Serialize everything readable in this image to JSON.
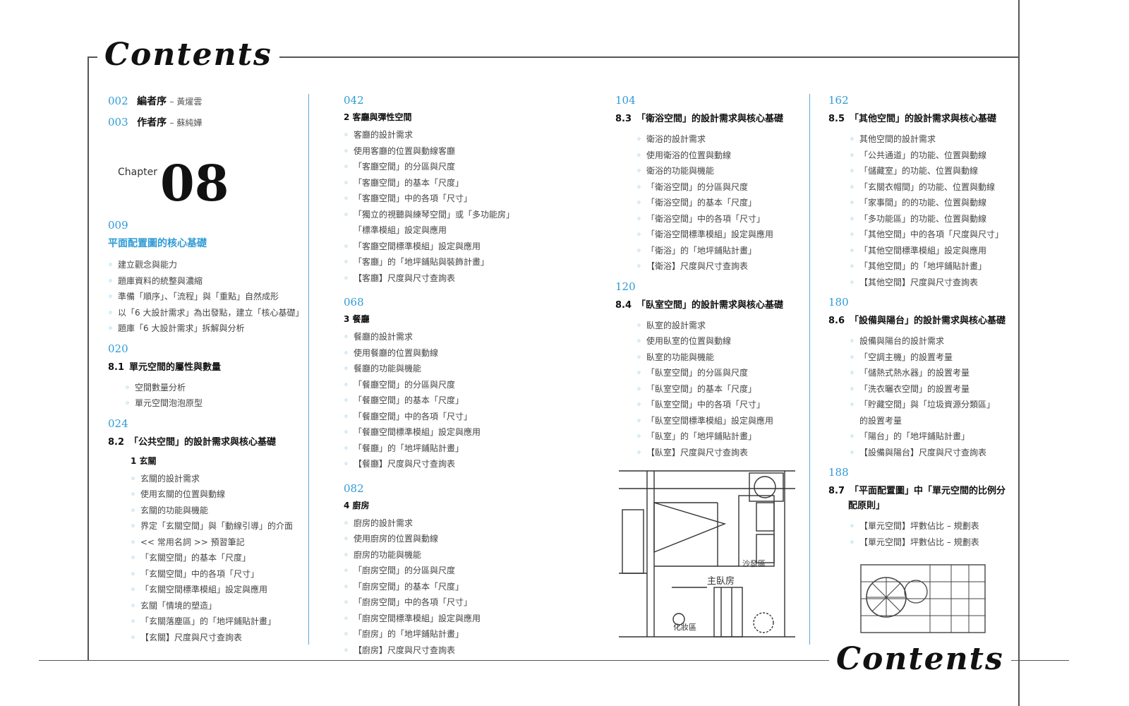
{
  "page": {
    "title_top": "Contents",
    "title_bottom": "Contents",
    "chapter_label": "Chapter",
    "chapter_number": "08"
  },
  "prefaces": [
    {
      "page": "002",
      "title": "編者序",
      "author": "– 黃燿雲"
    },
    {
      "page": "003",
      "title": "作者序",
      "author": "– 蘇純嬅"
    }
  ],
  "col1": {
    "intro_page": "009",
    "intro_title": "平面配置圖的核心基礎",
    "intro_items": [
      "建立觀念與能力",
      "題庫資料的統整與濃縮",
      "準備「順序」、「流程」與「重點」自然成形",
      "以「6 大設計需求」為出發點，建立「核心基礎」",
      "題庫「6 大設計需求」拆解與分析"
    ],
    "s81_page": "020",
    "s81_code": "8.1",
    "s81_title": "單元空間的屬性與數量",
    "s81_items": [
      "空間數量分析",
      "單元空間泡泡原型"
    ],
    "s82_page": "024",
    "s82_code": "8.2",
    "s82_title": "「公共空間」的設計需求與核心基礎",
    "s82_sub": "1  玄關",
    "s82_items": [
      "玄關的設計需求",
      "使用玄關的位置與動線",
      "玄關的功能與機能",
      "界定「玄關空間」與「動線引導」的介面",
      "<< 常用名詞 >> 預習筆記",
      "「玄關空間」的基本「尺度」",
      "「玄關空間」中的各項「尺寸」",
      "「玄關空間標準模組」設定與應用",
      "玄關「情境的塑造」",
      "「玄關落塵區」的「地坪鋪貼計畫」",
      "【玄關】尺度與尺寸查詢表"
    ]
  },
  "col2": {
    "a_page": "042",
    "a_sub": "2  客廳與彈性空間",
    "a_items": [
      "客廳的設計需求",
      "使用客廳的位置與動線客廳",
      "「客廳空間」的分區與尺度",
      "「客廳空間」的基本「尺度」",
      "「客廳空間」中的各項「尺寸」",
      "「獨立的視聽與練琴空間」或「多功能房」",
      "「標準模組」設定與應用",
      "「客廳空間標準模組」設定與應用",
      "「客廳」的「地坪鋪貼與裝飾計畫」",
      "【客廳】尺度與尺寸查詢表"
    ],
    "b_page": "068",
    "b_sub": "3  餐廳",
    "b_items": [
      "餐廳的設計需求",
      "使用餐廳的位置與動線",
      "餐廳的功能與機能",
      "「餐廳空間」的分區與尺度",
      "「餐廳空間」的基本「尺度」",
      "「餐廳空間」中的各項「尺寸」",
      "「餐廳空間標準模組」設定與應用",
      "「餐廳」的「地坪鋪貼計畫」",
      "【餐廳】尺度與尺寸查詢表"
    ],
    "c_page": "082",
    "c_sub": "4  廚房",
    "c_items": [
      "廚房的設計需求",
      "使用廚房的位置與動線",
      "廚房的功能與機能",
      "「廚房空間」的分區與尺度",
      "「廚房空間」的基本「尺度」",
      "「廚房空間」中的各項「尺寸」",
      "「廚房空間標準模組」設定與應用",
      "「廚房」的「地坪鋪貼計畫」",
      "【廚房】尺度與尺寸查詢表"
    ]
  },
  "col3": {
    "a_page": "104",
    "a_code": "8.3",
    "a_title": "「衛浴空間」的設計需求與核心基礎",
    "a_items": [
      "衛浴的設計需求",
      "使用衛浴的位置與動線",
      "衛浴的功能與機能",
      "「衛浴空間」的分區與尺度",
      "「衛浴空間」的基本「尺度」",
      "「衛浴空間」中的各項「尺寸」",
      "「衛浴空間標準模組」設定與應用",
      "「衛浴」的「地坪鋪貼計畫」",
      "【衛浴】尺度與尺寸查詢表"
    ],
    "b_page": "120",
    "b_code": "8.4",
    "b_title": "「臥室空間」的設計需求與核心基礎",
    "b_items": [
      "臥室的設計需求",
      "使用臥室的位置與動線",
      "臥室的功能與機能",
      "「臥室空間」的分區與尺度",
      "「臥室空間」的基本「尺度」",
      "「臥室空間」中的各項「尺寸」",
      "「臥室空間標準模組」設定與應用",
      "「臥室」的「地坪鋪貼計畫」",
      "【臥室】尺度與尺寸查詢表"
    ],
    "sketch_label_1": "主臥房",
    "sketch_label_2": "沙發區",
    "sketch_label_3": "化妝區"
  },
  "col4": {
    "a_page": "162",
    "a_code": "8.5",
    "a_title": "「其他空間」的設計需求與核心基礎",
    "a_items": [
      "其他空間的設計需求",
      "「公共通道」的功能、位置與動線",
      "「儲藏室」的功能、位置與動線",
      "「玄關衣帽間」的功能、位置與動線",
      "「家事間」的的功能、位置與動線",
      "「多功能區」的功能、位置與動線",
      "「其他空間」中的各項「尺度與尺寸」",
      "「其他空間標準模組」設定與應用",
      "「其他空間」的「地坪鋪貼計畫」",
      "【其他空間】尺度與尺寸查詢表"
    ],
    "b_page": "180",
    "b_code": "8.6",
    "b_title": "「設備與陽台」的設計需求與核心基礎",
    "b_items": [
      "設備與陽台的設計需求",
      "「空調主機」的設置考量",
      "「儲熱式熱水器」的設置考量",
      "「洗衣曬衣空間」的設置考量",
      "「貯藏空間」與「垃圾資源分類區」",
      "的設置考量",
      "「陽台」的「地坪鋪貼計畫」",
      "【設備與陽台】尺度與尺寸查詢表"
    ],
    "c_page": "188",
    "c_code": "8.7",
    "c_title": "「平面配置圖」中「單元空間的比例分",
    "c_title2": "配原則」",
    "c_items": [
      "【單元空間】坪數佔比 – 規劃表",
      "【單元空間】坪數佔比 – 規劃表"
    ]
  }
}
